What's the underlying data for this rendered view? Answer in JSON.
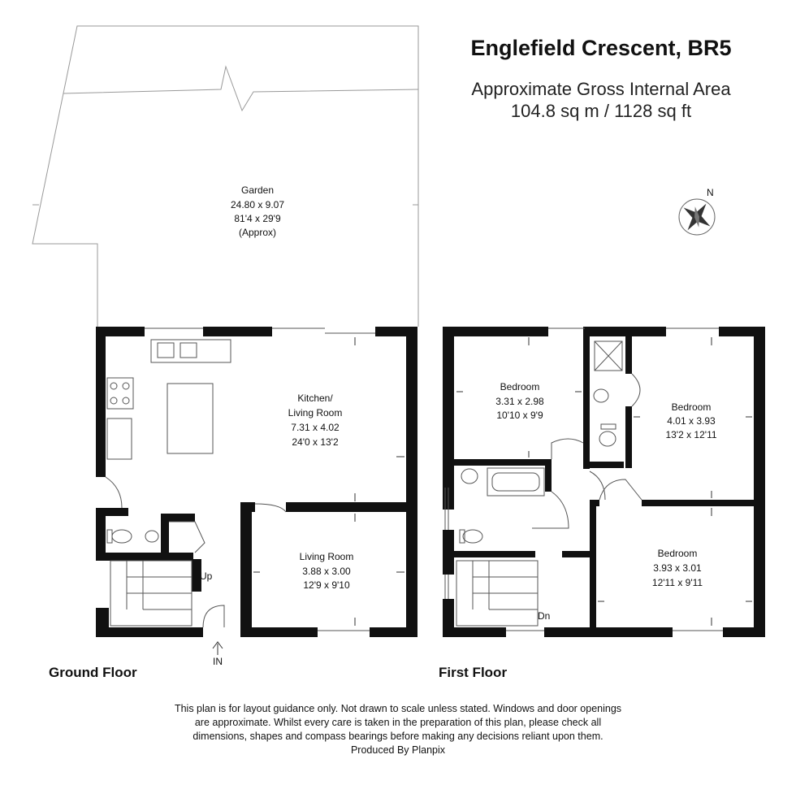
{
  "header": {
    "title": "Englefield Crescent, BR5",
    "area_line1": "Approximate Gross Internal Area",
    "area_line2": "104.8 sq m / 1128 sq ft"
  },
  "compass": {
    "label": "N"
  },
  "ground_floor": {
    "label": "Ground Floor",
    "garden": {
      "name": "Garden",
      "metric": "24.80 x 9.07",
      "imperial": "81'4 x 29'9",
      "note": "(Approx)"
    },
    "kitchen": {
      "name_line1": "Kitchen/",
      "name_line2": "Living Room",
      "metric": "7.31 x 4.02",
      "imperial": "24'0 x 13'2"
    },
    "living_room": {
      "name": "Living Room",
      "metric": "3.88 x 3.00",
      "imperial": "12'9 x 9'10"
    },
    "stairs_label": "Up",
    "entrance_label": "IN"
  },
  "first_floor": {
    "label": "First Floor",
    "bedroom_1": {
      "name": "Bedroom",
      "metric": "3.31 x 2.98",
      "imperial": "10'10 x 9'9"
    },
    "bedroom_2": {
      "name": "Bedroom",
      "metric": "4.01 x 3.93",
      "imperial": "13'2 x 12'11"
    },
    "bedroom_3": {
      "name": "Bedroom",
      "metric": "3.93 x 3.01",
      "imperial": "12'11 x 9'11"
    },
    "stairs_label": "Dn"
  },
  "footer": {
    "line1": "This plan is for layout guidance only. Not drawn to scale unless stated. Windows and door openings",
    "line2": "are approximate. Whilst every care is taken in the preparation of this plan, please check all",
    "line3": "dimensions, shapes and compass bearings before making any decisions reliant upon them.",
    "line4": "Produced By Planpix"
  }
}
